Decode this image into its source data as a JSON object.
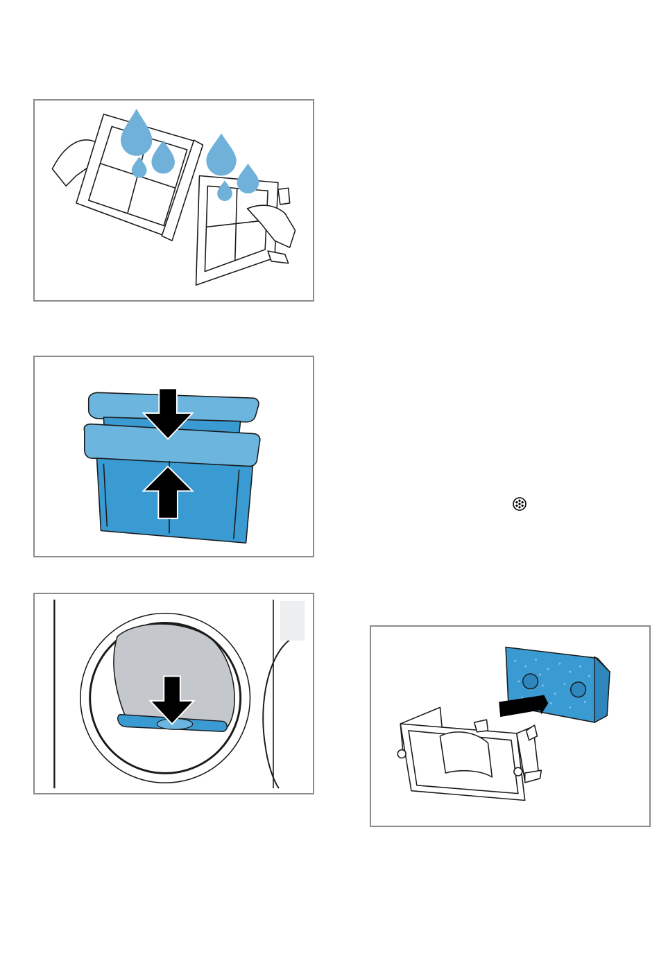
{
  "figures": [
    {
      "icon": "filter-rinse-illustration",
      "colors": {
        "water": "#6fb1d9",
        "line": "#1a1a1a"
      }
    },
    {
      "icon": "filter-reassemble-illustration",
      "colors": {
        "filter": "#3a9ad2",
        "filter_light": "#6bb5de",
        "arrow": "#000000"
      }
    },
    {
      "icon": "filter-insert-door-illustration",
      "colors": {
        "lint": "#c4c7cc",
        "filter": "#3a9ad2"
      }
    },
    {
      "icon": "sponge-insert-illustration",
      "colors": {
        "sponge": "#3a9ad2",
        "arrow": "#000000"
      }
    }
  ],
  "symbol": {
    "icon": "lint-filter-symbol-icon"
  }
}
